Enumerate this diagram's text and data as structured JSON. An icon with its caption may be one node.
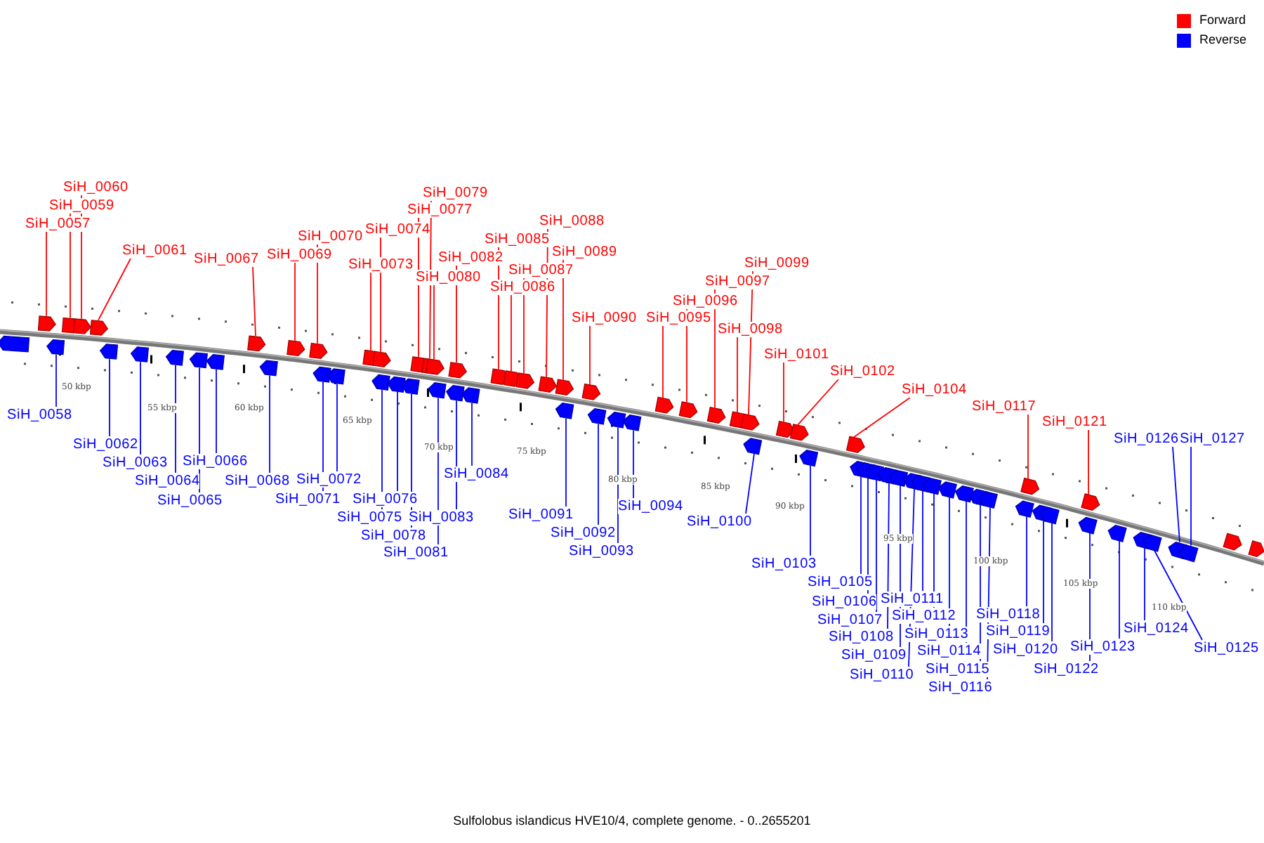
{
  "diagram": {
    "caption": "Sulfolobus islandicus HVE10/4, complete genome. - 0..2655201",
    "nodes": [
      {
        "text": [
          "SiH_0057"
        ]
      },
      {
        "text": [
          "SiH_0058"
        ]
      },
      {
        "text": [
          "SiH_0059"
        ]
      },
      {
        "text": [
          "SiH_0060"
        ]
      },
      {
        "text": [
          "SiH_0061"
        ]
      },
      {
        "text": [
          "SiH_0062"
        ]
      },
      {
        "text": [
          "SiH_0063"
        ]
      },
      {
        "text": [
          "SiH_0064"
        ]
      },
      {
        "text": [
          "SiH_0065"
        ]
      },
      {
        "text": [
          "SiH_0066"
        ]
      },
      {
        "text": [
          "SiH_0067"
        ]
      },
      {
        "text": [
          "SiH_0068"
        ]
      },
      {
        "text": [
          "SiH_0069"
        ]
      },
      {
        "text": [
          "SiH_0070"
        ]
      },
      {
        "text": [
          "SiH_0071"
        ]
      },
      {
        "text": [
          "SiH_0072"
        ]
      },
      {
        "text": [
          "SiH_0073"
        ]
      },
      {
        "text": [
          "SiH_0074"
        ]
      },
      {
        "text": [
          "SiH_0075"
        ]
      },
      {
        "text": [
          "SiH_0076"
        ]
      },
      {
        "text": [
          "SiH_0077"
        ]
      },
      {
        "text": [
          "SiH_0078"
        ]
      },
      {
        "text": [
          "SiH_0079"
        ]
      },
      {
        "text": [
          "SiH_0080"
        ]
      },
      {
        "text": [
          "SiH_0081"
        ]
      },
      {
        "text": [
          "SiH_0082"
        ]
      },
      {
        "text": [
          "SiH_0083"
        ]
      },
      {
        "text": [
          "SiH_0084"
        ]
      },
      {
        "text": [
          "SiH_0085"
        ]
      },
      {
        "text": [
          "SiH_0086"
        ]
      },
      {
        "text": [
          "SiH_0087"
        ]
      },
      {
        "text": [
          "SiH_0088"
        ]
      },
      {
        "text": [
          "SiH_0089"
        ]
      },
      {
        "text": [
          "SiH_0090"
        ]
      },
      {
        "text": [
          "SiH_0091"
        ]
      },
      {
        "text": [
          "SiH_0092"
        ]
      },
      {
        "text": [
          "SiH_0093"
        ]
      },
      {
        "text": [
          "SiH_0094"
        ]
      },
      {
        "text": [
          "SiH_0095"
        ]
      },
      {
        "text": [
          "SiH_0096"
        ]
      },
      {
        "text": [
          "SiH_0097"
        ]
      },
      {
        "text": [
          "SiH_0098"
        ]
      },
      {
        "text": [
          "SiH_0099"
        ]
      },
      {
        "text": [
          "SiH_0100"
        ]
      },
      {
        "text": [
          "SiH_0101"
        ]
      },
      {
        "text": [
          "SiH_0102"
        ]
      },
      {
        "text": [
          "SiH_0103"
        ]
      },
      {
        "text": [
          "SiH_0104"
        ]
      },
      {
        "text": [
          "SiH_0105"
        ]
      },
      {
        "text": [
          "SiH_0106"
        ]
      },
      {
        "text": [
          "SiH_0107"
        ]
      },
      {
        "text": [
          "SiH_0108"
        ]
      },
      {
        "text": [
          "SiH_0109"
        ]
      },
      {
        "text": [
          "SiH_0110"
        ]
      },
      {
        "text": [
          "SiH_0111"
        ]
      },
      {
        "text": [
          "SiH_0112"
        ]
      },
      {
        "text": [
          "SiH_0113"
        ]
      },
      {
        "text": [
          "SiH_0114"
        ]
      },
      {
        "text": [
          "SiH_0115"
        ]
      },
      {
        "text": [
          "SiH_0116"
        ]
      },
      {
        "text": [
          "SiH_0117"
        ]
      },
      {
        "text": [
          "SiH_0118"
        ]
      },
      {
        "text": [
          "SiH_0119"
        ]
      },
      {
        "text": [
          "SiH_0120"
        ]
      },
      {
        "text": [
          "SiH_0121"
        ]
      },
      {
        "text": [
          "SiH_0122"
        ]
      },
      {
        "text": [
          "SiH_0123"
        ]
      },
      {
        "text": [
          "SiH_0124"
        ]
      },
      {
        "text": [
          "SiH_0125"
        ]
      },
      {
        "text": [
          "SiH_0126"
        ]
      },
      {
        "text": [
          "SiH_0127"
        ]
      },
      {
        "text": [],
        "shape": "pentagon"
      },
      {
        "text": [],
        "shape": "pentagon"
      },
      {
        "text": [],
        "shape": "pentagon"
      },
      {
        "text": [],
        "shape": "pentagon"
      },
      {
        "text": [],
        "shape": "pentagon"
      },
      {
        "text": [],
        "shape": "pentagon"
      },
      {
        "text": [],
        "shape": "pentagon"
      },
      {
        "text": [],
        "shape": "pentagon"
      },
      {
        "text": [],
        "shape": "pentagon"
      },
      {
        "text": [],
        "shape": "pentagon"
      },
      {
        "text": [],
        "shape": "pentagon"
      },
      {
        "text": [],
        "shape": "pentagon"
      },
      {
        "text": [],
        "shape": "pentagon"
      },
      {
        "text": [],
        "shape": "pentagon"
      },
      {
        "text": [],
        "shape": "pentagon"
      },
      {
        "text": [],
        "shape": "pentagon"
      },
      {
        "text": [],
        "shape": "pentagon"
      },
      {
        "text": [],
        "shape": "pentagon"
      },
      {
        "text": [],
        "shape": "pentagon"
      },
      {
        "text": [],
        "shape": "pentagon"
      },
      {
        "text": [],
        "shape": "pentagon"
      },
      {
        "text": [],
        "shape": "pentagon"
      },
      {
        "text": [],
        "shape": "pentagon"
      },
      {
        "text": [],
        "shape": "pentagon"
      },
      {
        "text": [],
        "shape": "pentagon"
      },
      {
        "text": [],
        "shape": "pentagon"
      },
      {
        "text": [],
        "shape": "pentagon"
      },
      {
        "text": [],
        "shape": "pentagon"
      },
      {
        "text": [],
        "shape": "pentagon"
      },
      {
        "text": [],
        "shape": "pentagon"
      },
      {
        "text": [],
        "shape": "pentagon"
      },
      {
        "text": [],
        "shape": "pentagon"
      },
      {
        "text": [],
        "shape": "pentagon"
      },
      {
        "text": [],
        "shape": "pentagon"
      },
      {
        "text": [],
        "shape": "pentagon"
      },
      {
        "text": [],
        "shape": "pentagon"
      },
      {
        "text": [],
        "shape": "pentagon"
      },
      {
        "text": [],
        "shape": "pentagon"
      },
      {
        "text": [],
        "shape": "pentagon"
      },
      {
        "text": [],
        "shape": "pentagon"
      },
      {
        "text": [],
        "shape": "pentagon"
      },
      {
        "text": [],
        "shape": "pentagon"
      },
      {
        "text": [],
        "shape": "pentagon"
      },
      {
        "text": [],
        "shape": "pentagon"
      },
      {
        "text": [],
        "shape": "pentagon"
      },
      {
        "text": [],
        "shape": "pentagon"
      },
      {
        "text": [],
        "shape": "pentagon"
      },
      {
        "text": [],
        "shape": "pentagon"
      },
      {
        "text": [],
        "shape": "pentagon"
      },
      {
        "text": [],
        "shape": "pentagon"
      },
      {
        "text": [],
        "shape": "pentagon"
      },
      {
        "text": [],
        "shape": "pentagon"
      },
      {
        "text": [],
        "shape": "pentagon"
      },
      {
        "text": [],
        "shape": "pentagon"
      },
      {
        "text": [],
        "shape": "pentagon"
      },
      {
        "text": [],
        "shape": "pentagon"
      },
      {
        "text": [],
        "shape": "pentagon"
      },
      {
        "text": [],
        "shape": "pentagon"
      },
      {
        "text": [],
        "shape": "pentagon"
      },
      {
        "text": [],
        "shape": "pentagon"
      },
      {
        "text": [],
        "shape": "pentagon"
      },
      {
        "text": [],
        "shape": "pentagon"
      },
      {
        "text": [],
        "shape": "pentagon"
      },
      {
        "text": [],
        "shape": "pentagon"
      },
      {
        "text": [],
        "shape": "pentagon"
      },
      {
        "text": [],
        "shape": "pentagon"
      },
      {
        "text": [],
        "shape": "pentagon"
      },
      {
        "text": [],
        "shape": "pentagon"
      },
      {
        "text": [],
        "shape": "pentagon"
      },
      {
        "text": [],
        "shape": "pentagon"
      },
      {
        "text": [],
        "shape": "pentagon"
      },
      {
        "text": [],
        "shape": "pentagon"
      },
      {
        "text": [],
        "shape": "pentagon"
      },
      {
        "text": [],
        "shape": "pentagon"
      }
    ],
    "edges": [
      {
        "from": 0,
        "to": 71,
        "arrow": "none",
        "color": "#ff0000"
      },
      {
        "from": 1,
        "to": 72,
        "arrow": "none"
      },
      {
        "from": 2,
        "to": 73,
        "arrow": "none",
        "color": "#ff0000"
      },
      {
        "from": 3,
        "to": 74,
        "arrow": "none",
        "color": "#ff0000"
      },
      {
        "from": 4,
        "to": 75,
        "arrow": "none",
        "color": "#ff0000"
      },
      {
        "from": 5,
        "to": 76,
        "arrow": "none"
      },
      {
        "from": 6,
        "to": 77,
        "arrow": "none"
      },
      {
        "from": 7,
        "to": 78,
        "arrow": "none"
      },
      {
        "from": 8,
        "to": 79,
        "arrow": "none"
      },
      {
        "from": 9,
        "to": 80,
        "arrow": "none"
      },
      {
        "from": 10,
        "to": 81,
        "arrow": "none",
        "color": "#ff0000"
      },
      {
        "from": 11,
        "to": 82,
        "arrow": "none"
      },
      {
        "from": 12,
        "to": 83,
        "arrow": "none",
        "color": "#ff0000"
      },
      {
        "from": 13,
        "to": 84,
        "arrow": "none",
        "color": "#ff0000"
      },
      {
        "from": 14,
        "to": 85,
        "arrow": "none"
      },
      {
        "from": 15,
        "to": 86,
        "arrow": "none"
      },
      {
        "from": 16,
        "to": 87,
        "arrow": "none",
        "color": "#ff0000"
      },
      {
        "from": 17,
        "to": 88,
        "arrow": "none",
        "color": "#ff0000"
      },
      {
        "from": 18,
        "to": 89,
        "arrow": "none"
      },
      {
        "from": 19,
        "to": 90,
        "arrow": "none"
      },
      {
        "from": 20,
        "to": 91,
        "arrow": "none",
        "color": "#ff0000"
      },
      {
        "from": 21,
        "to": 92,
        "arrow": "none"
      },
      {
        "from": 22,
        "to": 93,
        "arrow": "none",
        "color": "#ff0000"
      },
      {
        "from": 23,
        "to": 94,
        "arrow": "none",
        "color": "#ff0000"
      },
      {
        "from": 24,
        "to": 95,
        "arrow": "none"
      },
      {
        "from": 25,
        "to": 96,
        "arrow": "none",
        "color": "#ff0000"
      },
      {
        "from": 26,
        "to": 97,
        "arrow": "none"
      },
      {
        "from": 27,
        "to": 98,
        "arrow": "none"
      },
      {
        "from": 28,
        "to": 99,
        "arrow": "none",
        "color": "#ff0000"
      },
      {
        "from": 29,
        "to": 100,
        "arrow": "none",
        "color": "#ff0000"
      },
      {
        "from": 30,
        "to": 101,
        "arrow": "none",
        "color": "#ff0000"
      },
      {
        "from": 31,
        "to": 102,
        "arrow": "none",
        "color": "#ff0000"
      },
      {
        "from": 32,
        "to": 103,
        "arrow": "none",
        "color": "#ff0000"
      },
      {
        "from": 33,
        "to": 104,
        "arrow": "none",
        "color": "#ff0000"
      },
      {
        "from": 34,
        "to": 105,
        "arrow": "none"
      },
      {
        "from": 35,
        "to": 106,
        "arrow": "none"
      },
      {
        "from": 36,
        "to": 107,
        "arrow": "none"
      },
      {
        "from": 37,
        "to": 108,
        "arrow": "none"
      },
      {
        "from": 38,
        "to": 109,
        "arrow": "none",
        "color": "#ff0000"
      },
      {
        "from": 39,
        "to": 110,
        "arrow": "none",
        "color": "#ff0000"
      },
      {
        "from": 40,
        "to": 111,
        "arrow": "none",
        "color": "#ff0000"
      },
      {
        "from": 41,
        "to": 112,
        "arrow": "none",
        "color": "#ff0000"
      },
      {
        "from": 42,
        "to": 113,
        "arrow": "none",
        "color": "#ff0000"
      },
      {
        "from": 43,
        "to": 114,
        "arrow": "none"
      },
      {
        "from": 44,
        "to": 115,
        "arrow": "none",
        "color": "#ff0000"
      },
      {
        "from": 45,
        "to": 116,
        "arrow": "none",
        "color": "#ff0000"
      },
      {
        "from": 46,
        "to": 117,
        "arrow": "none"
      },
      {
        "from": 47,
        "to": 118,
        "arrow": "none",
        "color": "#ff0000"
      },
      {
        "from": 48,
        "to": 119,
        "arrow": "none"
      },
      {
        "from": 49,
        "to": 120,
        "arrow": "none"
      },
      {
        "from": 50,
        "to": 121,
        "arrow": "none"
      },
      {
        "from": 51,
        "to": 122,
        "arrow": "none"
      },
      {
        "from": 52,
        "to": 123,
        "arrow": "none"
      },
      {
        "from": 53,
        "to": 124,
        "arrow": "none"
      },
      {
        "from": 54,
        "to": 125,
        "arrow": "none"
      },
      {
        "from": 55,
        "to": 126,
        "arrow": "none"
      },
      {
        "from": 56,
        "to": 127,
        "arrow": "none"
      },
      {
        "from": 57,
        "to": 128,
        "arrow": "none"
      },
      {
        "from": 58,
        "to": 129,
        "arrow": "none"
      },
      {
        "from": 59,
        "to": 130,
        "arrow": "none"
      },
      {
        "from": 60,
        "to": 131,
        "arrow": "none",
        "color": "#ff0000"
      },
      {
        "from": 61,
        "to": 132,
        "arrow": "none"
      },
      {
        "from": 62,
        "to": 133,
        "arrow": "none"
      },
      {
        "from": 63,
        "to": 134,
        "arrow": "none"
      },
      {
        "from": 64,
        "to": 135,
        "arrow": "none",
        "color": "#ff0000"
      },
      {
        "from": 65,
        "to": 136,
        "arrow": "none"
      },
      {
        "from": 66,
        "to": 137,
        "arrow": "none"
      },
      {
        "from": 67,
        "to": 138,
        "arrow": "none"
      },
      {
        "from": 68,
        "to": 139,
        "arrow": "none"
      },
      {
        "from": 69,
        "to": 140,
        "arrow": "none"
      },
      {
        "from": 70,
        "to": 141,
        "arrow": "none"
      }
    ],
    "labels": [
      "50 kbp",
      "55 kbp",
      "60 kbp",
      "65 kbp",
      "70 kbp",
      "75 kbp",
      "80 kbp",
      "85 kbp",
      "90 kbp",
      "95 kbp",
      "100 kbp",
      "105 kbp",
      "110 kbp"
    ],
    "legend": [
      {
        "text": "Forward",
        "color": "#ff0000"
      },
      {
        "text": "Reverse",
        "color": "#0000ff"
      }
    ]
  }
}
